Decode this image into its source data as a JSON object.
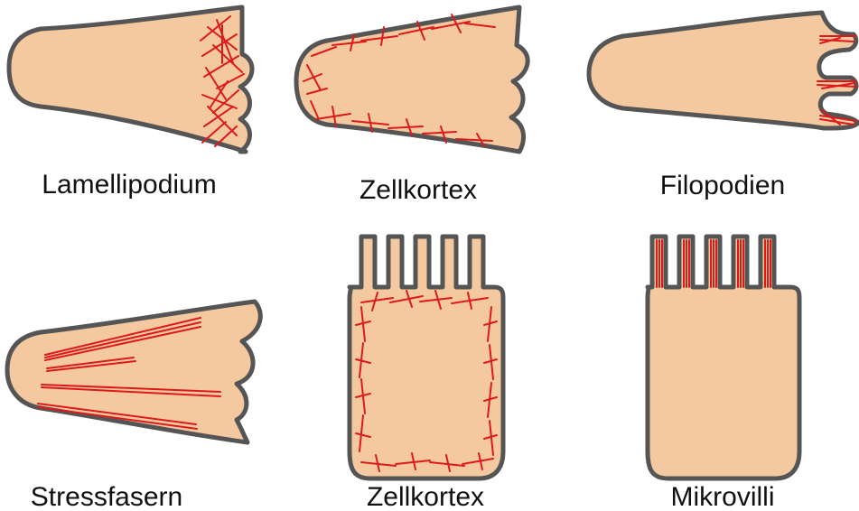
{
  "labels": {
    "panel1": "Lamellipodium",
    "panel2": "Zellkortex",
    "panel3": "Filopodien",
    "panel4": "Stressfasern",
    "panel5": "Zellkortex",
    "panel6": "Mikrovilli"
  },
  "colors": {
    "cell_fill": "#f5c9a0",
    "cell_stroke": "#555555",
    "actin": "#dd1a1a"
  }
}
